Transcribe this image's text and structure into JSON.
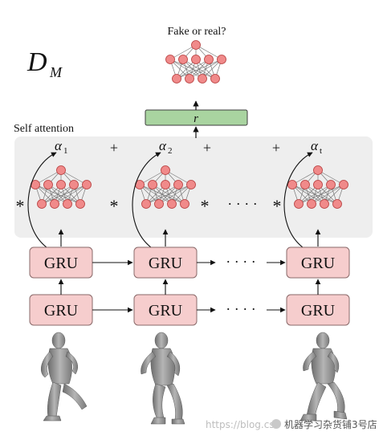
{
  "title_label": "Fake or real?",
  "model_label": "D",
  "model_subscript": "M",
  "r_label": "r",
  "self_attention_label": "Self attention",
  "alphas": [
    {
      "greek": "α",
      "sub": "1"
    },
    {
      "greek": "α",
      "sub": "2"
    },
    {
      "greek": "α",
      "sub": "t"
    }
  ],
  "plus_signs": [
    "+",
    "+",
    "+"
  ],
  "star_signs": [
    "*",
    "*",
    "*",
    "*"
  ],
  "ellipsis": "· · · ·",
  "gru_label": "GRU",
  "watermark_url": "https://blog.cs",
  "watermark_channel": "机器学习杂货铺3号店",
  "colors": {
    "node_fill": "#f08a8a",
    "node_stroke": "#b53a3a",
    "gru_fill": "#f6cdcd",
    "gru_stroke": "#8a6a6a",
    "r_fill": "#a9d4a0",
    "attention_bg": "#eeeeee",
    "body": "#8c8c8c"
  }
}
